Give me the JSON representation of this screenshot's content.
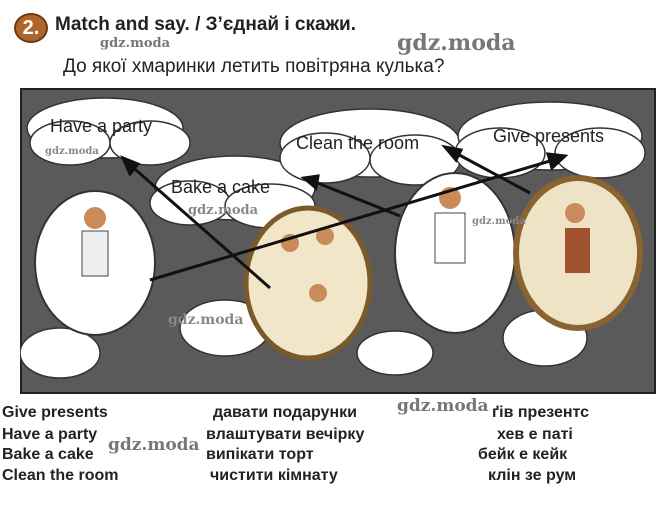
{
  "header": {
    "number": "2.",
    "title": "Match and say. / З’єднай і скажи.",
    "subtitle": "До якої хмаринки летить повітряна кулька?"
  },
  "watermarks": [
    "gdz.moda",
    "gdz.moda",
    "gdz.moda",
    "gdz.moda",
    "gdz.moda",
    "gdz.moda",
    "gdz.moda",
    "gdz.moda"
  ],
  "clouds": [
    "Have a party",
    "Bake a cake",
    "Clean the room",
    "Give presents"
  ],
  "vocabulary": [
    {
      "en": "Give presents",
      "uk": "давати подарунки",
      "pron": "ґів презентс"
    },
    {
      "en": "Have a party",
      "uk": "влаштувати вечірку",
      "pron": "хев е паті"
    },
    {
      "en": "Bake a cake",
      "uk": "випікати торт",
      "pron": "бейк е кейк"
    },
    {
      "en": "Clean the room",
      "uk": "чистити кімнату",
      "pron": "клін зе рум"
    }
  ]
}
